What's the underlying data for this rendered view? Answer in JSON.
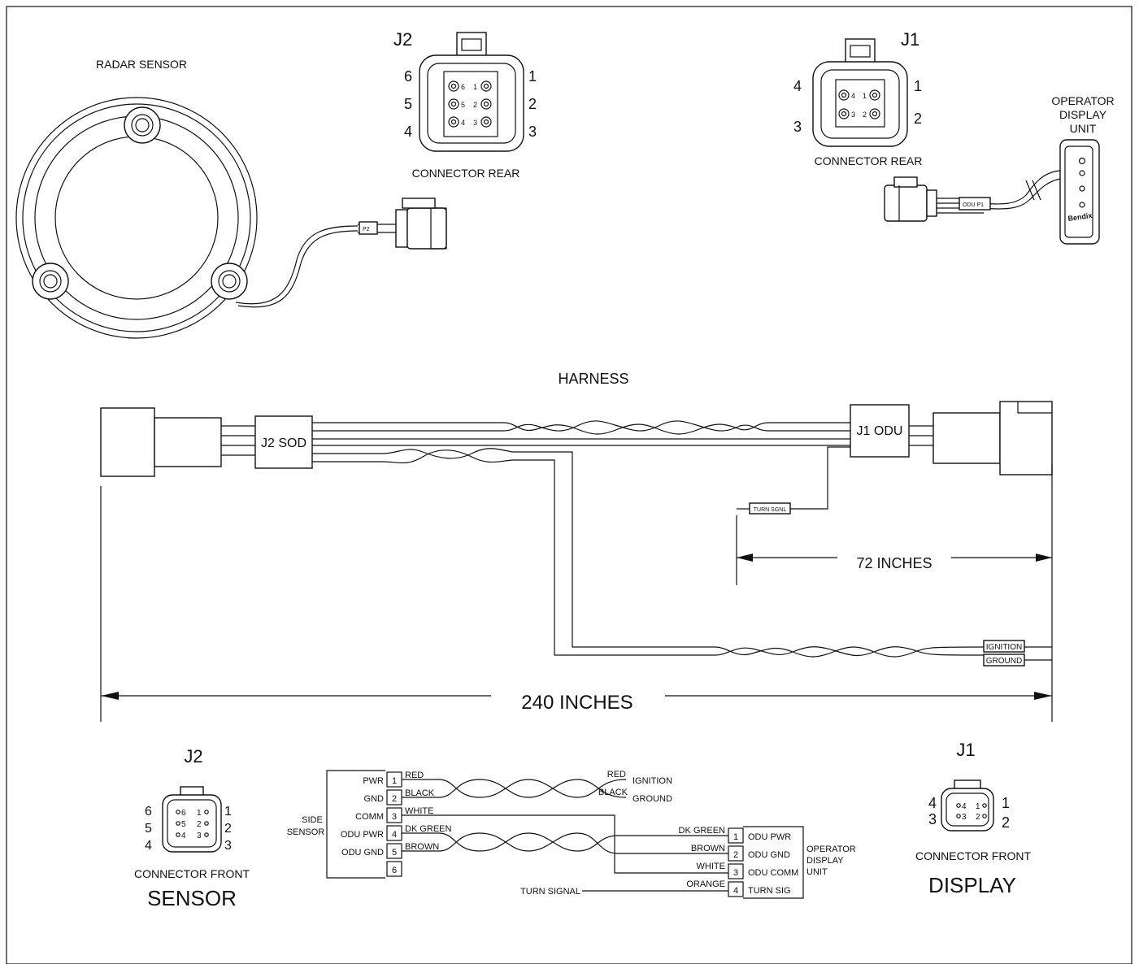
{
  "radar": {
    "title": "RADAR SENSOR",
    "plug_label": "P2"
  },
  "j2_rear": {
    "title": "J2",
    "caption": "CONNECTOR REAR",
    "left_nums": [
      "6",
      "5",
      "4"
    ],
    "right_nums": [
      "1",
      "2",
      "3"
    ],
    "inner_left": [
      "6",
      "5",
      "4"
    ],
    "inner_right": [
      "1",
      "2",
      "3"
    ]
  },
  "j1_rear": {
    "title": "J1",
    "caption": "CONNECTOR REAR",
    "left_nums": [
      "4",
      "3"
    ],
    "right_nums": [
      "1",
      "2"
    ],
    "inner_left": [
      "4",
      "3"
    ],
    "inner_right": [
      "1",
      "2"
    ]
  },
  "odu": {
    "title_lines": [
      "OPERATOR",
      "DISPLAY",
      "UNIT"
    ],
    "plug_label": "ODU P1",
    "brand": "Bendix"
  },
  "harness": {
    "title": "HARNESS",
    "j2_label": "J2 SOD",
    "j1_label": "J1 ODU",
    "turn_label": "TURN SGNL",
    "ignition_label": "IGNITION",
    "ground_label": "GROUND",
    "dim_72": "72 INCHES",
    "dim_240": "240 INCHES"
  },
  "j2_front": {
    "title": "J2",
    "caption": "CONNECTOR FRONT",
    "name": "SENSOR",
    "left_nums": [
      "6",
      "5",
      "4"
    ],
    "right_nums": [
      "1",
      "2",
      "3"
    ],
    "inner_left": [
      "6",
      "5",
      "4"
    ],
    "inner_right": [
      "1",
      "2",
      "3"
    ]
  },
  "j1_front": {
    "title": "J1",
    "caption": "CONNECTOR FRONT",
    "name": "DISPLAY",
    "left_nums": [
      "4",
      "3"
    ],
    "right_nums": [
      "1",
      "2"
    ],
    "inner_left": [
      "4",
      "3"
    ],
    "inner_right": [
      "1",
      "2"
    ]
  },
  "schematic": {
    "side_label": [
      "SIDE",
      "SENSOR"
    ],
    "sensor_pins": [
      {
        "num": "1",
        "name": "PWR",
        "wire": "RED"
      },
      {
        "num": "2",
        "name": "GND",
        "wire": "BLACK"
      },
      {
        "num": "3",
        "name": "COMM",
        "wire": "WHITE"
      },
      {
        "num": "4",
        "name": "ODU PWR",
        "wire": "DK GREEN"
      },
      {
        "num": "5",
        "name": "ODU GND",
        "wire": "BROWN"
      },
      {
        "num": "6",
        "name": "",
        "wire": ""
      }
    ],
    "ign_wire": "RED",
    "ign_label": "IGNITION",
    "gnd_wire": "BLACK",
    "gnd_label": "GROUND",
    "odu_pins": [
      {
        "num": "1",
        "name": "ODU PWR",
        "wire": "DK GREEN"
      },
      {
        "num": "2",
        "name": "ODU GND",
        "wire": "BROWN"
      },
      {
        "num": "3",
        "name": "ODU COMM",
        "wire": "WHITE"
      },
      {
        "num": "4",
        "name": "TURN SIG",
        "wire": "ORANGE"
      }
    ],
    "odu_label": [
      "OPERATOR",
      "DISPLAY",
      "UNIT"
    ],
    "turn_signal": "TURN SIGNAL"
  }
}
